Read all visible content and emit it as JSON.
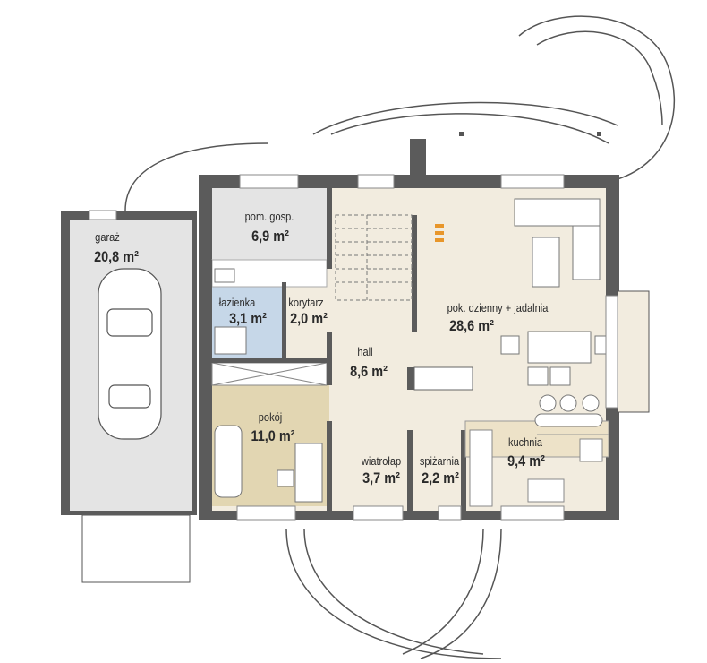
{
  "rooms": [
    {
      "name": "garaż",
      "area": "20,8 m²"
    },
    {
      "name": "pom. gosp.",
      "area": "6,9 m²"
    },
    {
      "name": "łazienka",
      "area": "3,1 m²"
    },
    {
      "name": "korytarz",
      "area": "2,0 m²"
    },
    {
      "name": "hall",
      "area": "8,6 m²"
    },
    {
      "name": "pok. dzienny + jadalnia",
      "area": "28,6 m²"
    },
    {
      "name": "pokój",
      "area": "11,0 m²"
    },
    {
      "name": "wiatrołap",
      "area": "3,7 m²"
    },
    {
      "name": "spiżarnia",
      "area": "2,2 m²"
    },
    {
      "name": "kuchnia",
      "area": "9,4 m²"
    }
  ],
  "colors": {
    "wall": "#5b5b5b",
    "hall": "#f2ecdf",
    "utility": "#e4e4e4",
    "bathroom": "#c6d7e8",
    "bedroom": "#e2d6b2"
  }
}
